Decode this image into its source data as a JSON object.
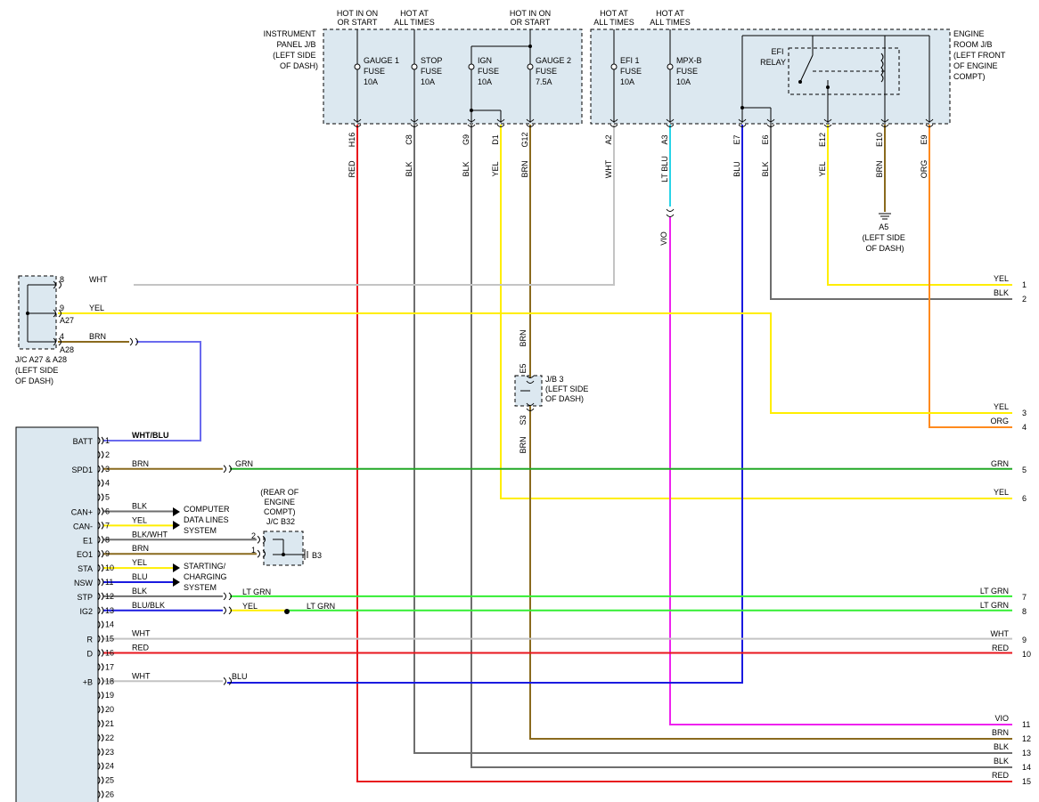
{
  "colors": {
    "RED": "#e8161d",
    "BLK": "#6e6e6e",
    "YEL": "#ffee00",
    "BRN": "#8a6a1e",
    "WHT": "#c4c4c4",
    "LT BLU": "#2ad4e8",
    "VIO": "#ee22ee",
    "BLU": "#1a1ae0",
    "ORG": "#ff8a1e",
    "GRN": "#22a826",
    "LT GRN": "#33ee33",
    "WHT/BLU": "#6a6aee"
  },
  "top_headers": [
    {
      "lines": [
        "HOT IN ON",
        "OR START"
      ]
    },
    {
      "lines": [
        "HOT AT",
        "ALL TIMES"
      ]
    },
    {
      "lines": [
        "HOT IN ON",
        "OR START"
      ]
    },
    {
      "lines": [
        "HOT AT",
        "ALL TIMES"
      ]
    },
    {
      "lines": [
        "HOT AT",
        "ALL TIMES"
      ]
    }
  ],
  "instrument_panel_jb": {
    "lines": [
      "INSTRUMENT",
      "PANEL J/B",
      "(LEFT SIDE",
      "OF DASH)"
    ]
  },
  "engine_room_jb": {
    "lines": [
      "ENGINE",
      "ROOM J/B",
      "(LEFT FRONT",
      "OF ENGINE",
      "COMPT)"
    ]
  },
  "efi_relay": {
    "lines": [
      "EFI",
      "RELAY"
    ]
  },
  "fuses": [
    {
      "lines": [
        "GAUGE 1",
        "FUSE",
        "10A"
      ]
    },
    {
      "lines": [
        "STOP",
        "FUSE",
        "10A"
      ]
    },
    {
      "lines": [
        "IGN",
        "FUSE",
        "10A"
      ]
    },
    {
      "lines": [
        "GAUGE 2",
        "FUSE",
        "7.5A"
      ]
    },
    {
      "lines": [
        "EFI 1",
        "FUSE",
        "10A"
      ]
    },
    {
      "lines": [
        "MPX-B",
        "FUSE",
        "10A"
      ]
    }
  ],
  "terminals": [
    {
      "pin": "H16",
      "wire": "RED"
    },
    {
      "pin": "C8",
      "wire": "BLK"
    },
    {
      "pin": "G9",
      "wire": "BLK"
    },
    {
      "pin": "D1",
      "wire": "YEL"
    },
    {
      "pin": "G12",
      "wire": "BRN"
    },
    {
      "pin": "A2",
      "wire": "WHT"
    },
    {
      "pin": "A3",
      "wire": "LT BLU"
    },
    {
      "pin": "E7",
      "wire": "BLU"
    },
    {
      "pin": "E6",
      "wire": "BLK"
    },
    {
      "pin": "E12",
      "wire": "YEL"
    },
    {
      "pin": "E10",
      "wire": "BRN"
    },
    {
      "pin": "E9",
      "wire": "ORG"
    }
  ],
  "vio_label": "VIO",
  "ground_a5": {
    "lines": [
      "A5",
      "(LEFT SIDE",
      "OF DASH)"
    ]
  },
  "jc_a27": {
    "pins": [
      {
        "pin": "8",
        "wire": "WHT"
      },
      {
        "pin": "9",
        "wire": "YEL"
      },
      {
        "pin": "4",
        "wire": "BRN"
      }
    ],
    "conn_a27": "A27",
    "conn_a28": "A28",
    "lines": [
      "J/C A27 & A28",
      "(LEFT SIDE",
      "OF DASH)"
    ]
  },
  "jb3": {
    "lines": [
      "J/B 3",
      "(LEFT SIDE",
      "OF DASH)"
    ],
    "pin_top": "E5",
    "pin_bottom": "S3",
    "wire_top": "BRN",
    "wire_bottom": "BRN"
  },
  "ecu_rows": [
    {
      "pin": "1",
      "label": "BATT",
      "wire": "WHT/BLU"
    },
    {
      "pin": "2",
      "label": "",
      "wire": ""
    },
    {
      "pin": "3",
      "label": "SPD1",
      "wire": "BRN"
    },
    {
      "pin": "4",
      "label": "",
      "wire": ""
    },
    {
      "pin": "5",
      "label": "",
      "wire": ""
    },
    {
      "pin": "6",
      "label": "CAN+",
      "wire": "BLK"
    },
    {
      "pin": "7",
      "label": "CAN-",
      "wire": "YEL"
    },
    {
      "pin": "8",
      "label": "E1",
      "wire": "BLK/WHT"
    },
    {
      "pin": "9",
      "label": "EO1",
      "wire": "BRN"
    },
    {
      "pin": "10",
      "label": "STA",
      "wire": "YEL"
    },
    {
      "pin": "11",
      "label": "NSW",
      "wire": "BLU"
    },
    {
      "pin": "12",
      "label": "STP",
      "wire": "BLK"
    },
    {
      "pin": "13",
      "label": "IG2",
      "wire": "BLU/BLK"
    },
    {
      "pin": "14",
      "label": "",
      "wire": ""
    },
    {
      "pin": "15",
      "label": "R",
      "wire": "WHT"
    },
    {
      "pin": "16",
      "label": "D",
      "wire": "RED"
    },
    {
      "pin": "17",
      "label": "",
      "wire": ""
    },
    {
      "pin": "18",
      "label": "+B",
      "wire": "WHT"
    },
    {
      "pin": "19",
      "label": "",
      "wire": ""
    },
    {
      "pin": "20",
      "label": "",
      "wire": ""
    },
    {
      "pin": "21",
      "label": "",
      "wire": ""
    },
    {
      "pin": "22",
      "label": "",
      "wire": ""
    },
    {
      "pin": "23",
      "label": "",
      "wire": ""
    },
    {
      "pin": "24",
      "label": "",
      "wire": ""
    },
    {
      "pin": "25",
      "label": "",
      "wire": ""
    },
    {
      "pin": "26",
      "label": "",
      "wire": ""
    }
  ],
  "mid_wires": {
    "grn": "GRN",
    "lt_grn": "LT GRN",
    "yel": "YEL",
    "lt_grn2": "LT GRN",
    "blu": "BLU"
  },
  "computer_data_lines": {
    "lines": [
      "COMPUTER",
      "DATA LINES",
      "SYSTEM"
    ]
  },
  "starting_charging": {
    "lines": [
      "STARTING/",
      "CHARGING",
      "SYSTEM"
    ]
  },
  "jc_b32": {
    "lines": [
      "(REAR OF",
      "ENGINE",
      "COMPT)",
      "J/C B32"
    ],
    "pin_top": "2",
    "pin_bottom": "1",
    "ground": "B3"
  },
  "right_outputs": [
    {
      "num": "1",
      "wire": "YEL"
    },
    {
      "num": "2",
      "wire": "BLK"
    },
    {
      "num": "3",
      "wire": "YEL"
    },
    {
      "num": "4",
      "wire": "ORG"
    },
    {
      "num": "5",
      "wire": "GRN"
    },
    {
      "num": "6",
      "wire": "YEL"
    },
    {
      "num": "7",
      "wire": "LT GRN"
    },
    {
      "num": "8",
      "wire": "LT GRN"
    },
    {
      "num": "9",
      "wire": "WHT"
    },
    {
      "num": "10",
      "wire": "RED"
    },
    {
      "num": "11",
      "wire": "VIO"
    },
    {
      "num": "12",
      "wire": "BRN"
    },
    {
      "num": "13",
      "wire": "BLK"
    },
    {
      "num": "14",
      "wire": "BLK"
    },
    {
      "num": "15",
      "wire": "RED"
    }
  ]
}
